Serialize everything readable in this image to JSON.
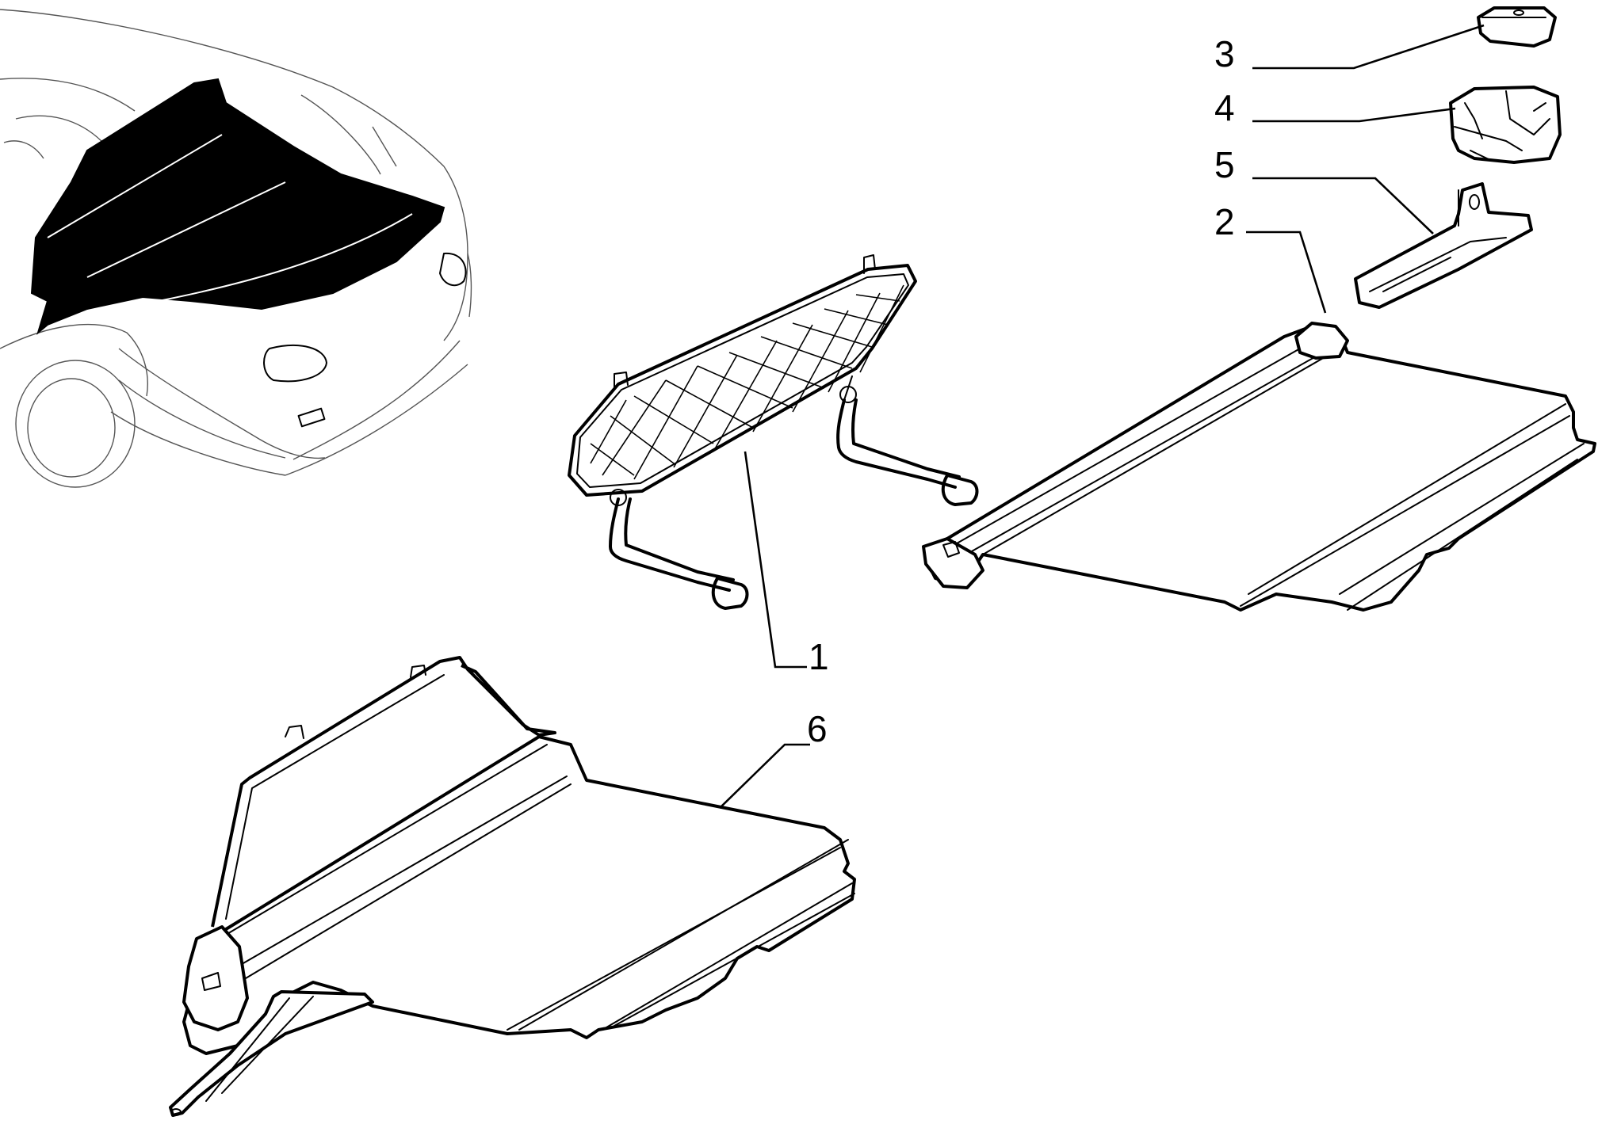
{
  "diagram": {
    "callouts": [
      {
        "label": "1",
        "part": "luggage-net"
      },
      {
        "label": "2",
        "part": "roller-luggage-cover"
      },
      {
        "label": "3",
        "part": "end-cap"
      },
      {
        "label": "4",
        "part": "support-housing"
      },
      {
        "label": "5",
        "part": "mounting-bracket"
      },
      {
        "label": "6",
        "part": "roller-cover-with-net-assembly"
      }
    ]
  }
}
